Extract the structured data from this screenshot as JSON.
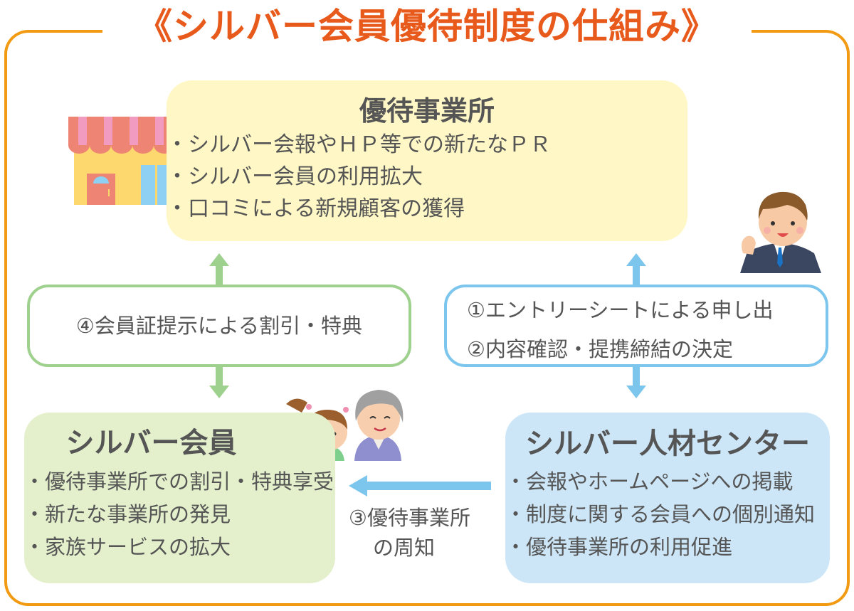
{
  "title": "《シルバー会員優待制度の仕組み》",
  "colors": {
    "frame": "#f29a12",
    "title": "#e85a1c",
    "text": "#555555",
    "yellow_box": "#fff8c6",
    "green_box": "#e3f0cb",
    "blue_box": "#cce6f7",
    "green_arrow": "#9fd18e",
    "blue_arrow": "#7cc6ee"
  },
  "nodes": {
    "business": {
      "title": "優待事業所",
      "items": [
        "・シルバー会報やＨＰ等での新たなＰＲ",
        "・シルバー会員の利用拡大",
        "・口コミによる新規顧客の獲得"
      ],
      "icon": "shop-icon"
    },
    "members": {
      "title": "シルバー会員",
      "items": [
        "・優待事業所での割引・特典享受",
        "・新たな事業所の発見",
        "・家族サービスの拡大"
      ],
      "icon": "family-icon"
    },
    "center": {
      "title": "シルバー人材センター",
      "items": [
        "・会報やホームページへの掲載",
        "・制度に関する会員への個別通知",
        "・優待事業所の利用促進"
      ],
      "icon": "staff-icon"
    }
  },
  "edges": {
    "members_business": {
      "label": "④会員証提示による割引・特典",
      "direction": "bidirectional"
    },
    "center_business": {
      "lines": [
        "①エントリーシートによる申し出",
        "②内容確認・提携締結の決定"
      ],
      "direction": "bidirectional"
    },
    "center_members": {
      "lines": [
        "③優待事業所",
        "の周知"
      ],
      "direction": "center-to-members"
    }
  }
}
